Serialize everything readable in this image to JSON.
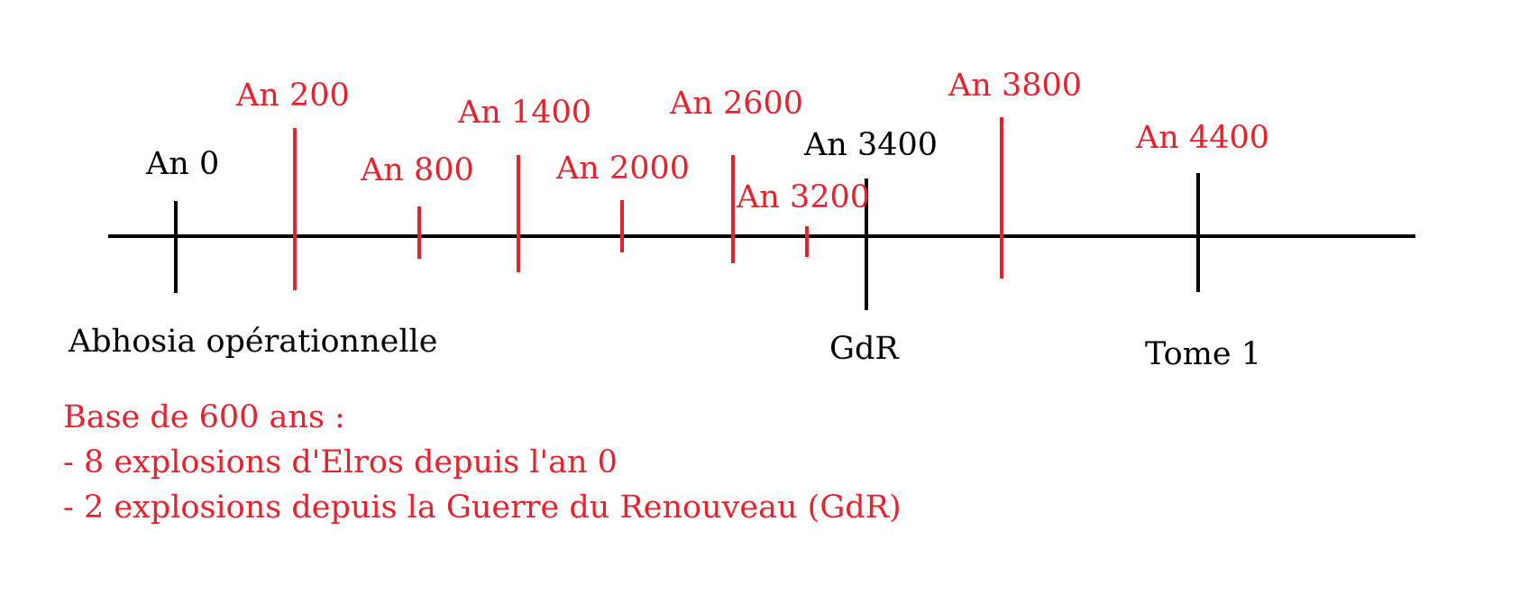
{
  "colors": {
    "red": "#e8212a",
    "black": "#000000"
  },
  "timeline": {
    "markers": [
      {
        "key": "an-0",
        "year": 0,
        "label": "An 0",
        "color": "black"
      },
      {
        "key": "an-200",
        "year": 200,
        "label": "An 200",
        "color": "red"
      },
      {
        "key": "an-800",
        "year": 800,
        "label": "An 800",
        "color": "red"
      },
      {
        "key": "an-1400",
        "year": 1400,
        "label": "An 1400",
        "color": "red"
      },
      {
        "key": "an-2000",
        "year": 2000,
        "label": "An 2000",
        "color": "red"
      },
      {
        "key": "an-2600",
        "year": 2600,
        "label": "An 2600",
        "color": "red"
      },
      {
        "key": "an-3200",
        "year": 3200,
        "label": "An 3200",
        "color": "red"
      },
      {
        "key": "an-3400",
        "year": 3400,
        "label": "An 3400",
        "color": "black"
      },
      {
        "key": "an-3800",
        "year": 3800,
        "label": "An 3800",
        "color": "red"
      },
      {
        "key": "an-4400",
        "year": 4400,
        "label": "An 4400",
        "color": "red"
      }
    ],
    "events": {
      "abhosia": "Abhosia opérationnelle",
      "gdr": "GdR",
      "tome": "Tome 1"
    }
  },
  "notes": {
    "line1": "Base de 600 ans :",
    "line2": "- 8 explosions d'Elros depuis l'an 0",
    "line3": "- 2 explosions depuis la Guerre du Renouveau (GdR)"
  }
}
